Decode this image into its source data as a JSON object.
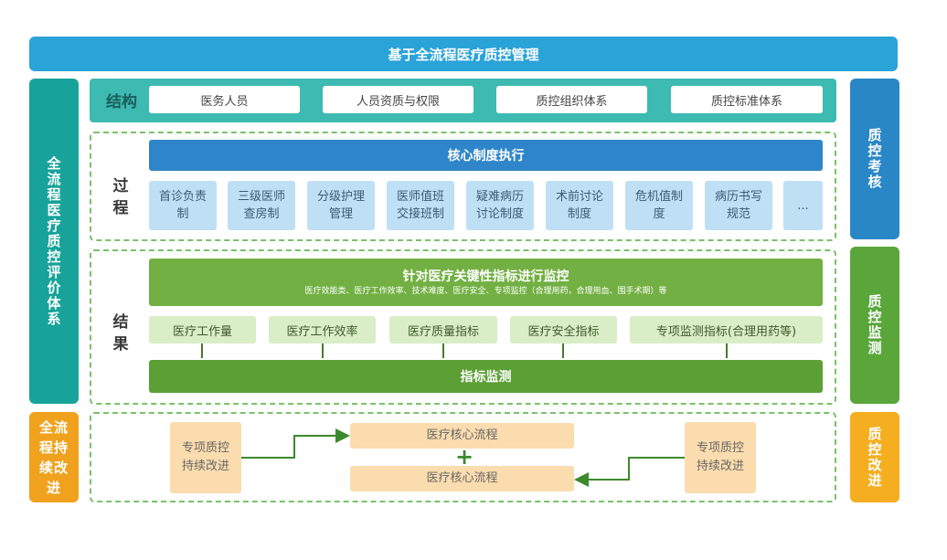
{
  "title": "基于全流程医疗质控管理",
  "left_column": "全流程医疗质控评价体系",
  "left_bottom": "全流程持续改进",
  "right_exam": "质控考核",
  "right_monitor": "质控监测",
  "right_improve": "质控改进",
  "structure": {
    "label": "结构",
    "items": [
      "医务人员",
      "人员资质与权限",
      "质控组织体系",
      "质控标准体系"
    ]
  },
  "process": {
    "label": "过程",
    "header": "核心制度执行",
    "items": [
      "首诊负责制",
      "三级医师查房制",
      "分级护理管理",
      "医师值班交接班制",
      "疑难病历讨论制度",
      "术前讨论制度",
      "危机值制度",
      "病历书写规范",
      "..."
    ]
  },
  "result": {
    "label": "结果",
    "header": "针对医疗关键性指标进行监控",
    "subheader": "医疗效能类、医疗工作效率、技术难度、医疗安全、专项监控（合理用药，合理用血、围手术期）等",
    "indicators": [
      "医疗工作量",
      "医疗工作效率",
      "医疗质量指标",
      "医疗安全指标",
      "专项监测指标(合理用药等)"
    ],
    "footer": "指标监测"
  },
  "improvement": {
    "left_box": "专项质控持续改进",
    "right_box": "专项质控持续改进",
    "top_center": "医疗核心流程",
    "bottom_center": "医疗核心流程",
    "plus": "+"
  }
}
